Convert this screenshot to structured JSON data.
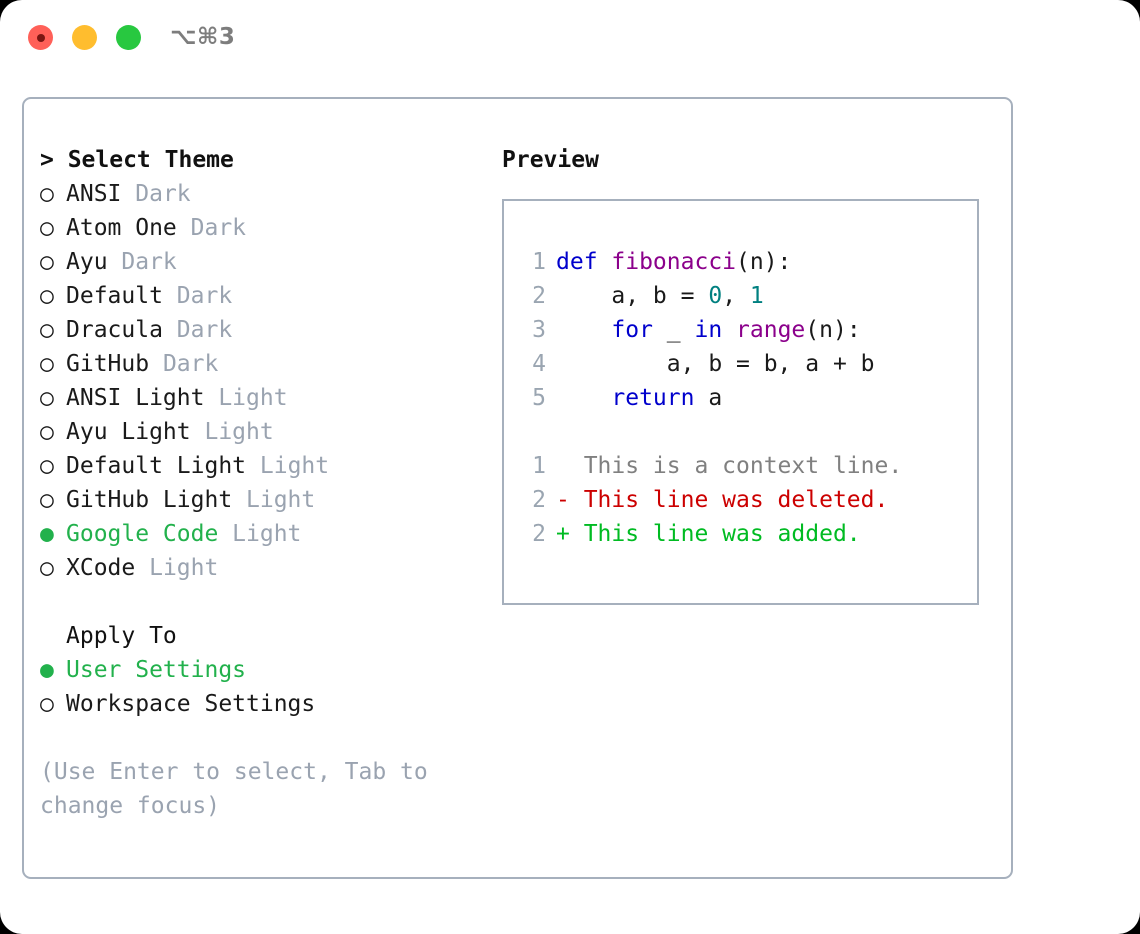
{
  "titlebar": {
    "shortcut": "⌥⌘3",
    "buttons": [
      "close",
      "minimize",
      "maximize"
    ]
  },
  "theme_picker": {
    "heading": "> Select Theme",
    "marker_selected": "●",
    "marker_unselected": "○",
    "options": [
      {
        "name": "ANSI",
        "tag": "Dark",
        "selected": false
      },
      {
        "name": "Atom One",
        "tag": "Dark",
        "selected": false
      },
      {
        "name": "Ayu",
        "tag": "Dark",
        "selected": false
      },
      {
        "name": "Default",
        "tag": "Dark",
        "selected": false
      },
      {
        "name": "Dracula",
        "tag": "Dark",
        "selected": false
      },
      {
        "name": "GitHub",
        "tag": "Dark",
        "selected": false
      },
      {
        "name": "ANSI Light",
        "tag": "Light",
        "selected": false
      },
      {
        "name": "Ayu Light",
        "tag": "Light",
        "selected": false
      },
      {
        "name": "Default Light",
        "tag": "Light",
        "selected": false
      },
      {
        "name": "GitHub Light",
        "tag": "Light",
        "selected": false
      },
      {
        "name": "Google Code",
        "tag": "Light",
        "selected": true
      },
      {
        "name": "XCode",
        "tag": "Light",
        "selected": false
      }
    ]
  },
  "apply_to": {
    "heading": "Apply To",
    "options": [
      {
        "name": "User Settings",
        "selected": true
      },
      {
        "name": "Workspace Settings",
        "selected": false
      }
    ]
  },
  "hint": "(Use Enter to select, Tab to change focus)",
  "preview": {
    "heading": "Preview",
    "code_lines": [
      {
        "ln": "1",
        "tokens": [
          {
            "t": "def ",
            "c": "kw"
          },
          {
            "t": "fibonacci",
            "c": "fn"
          },
          {
            "t": "(n):",
            "c": "pl"
          }
        ]
      },
      {
        "ln": "2",
        "tokens": [
          {
            "t": "    a, b = ",
            "c": "pl"
          },
          {
            "t": "0",
            "c": "num"
          },
          {
            "t": ", ",
            "c": "pl"
          },
          {
            "t": "1",
            "c": "num"
          }
        ]
      },
      {
        "ln": "3",
        "tokens": [
          {
            "t": "    ",
            "c": "pl"
          },
          {
            "t": "for",
            "c": "kw"
          },
          {
            "t": " _ ",
            "c": "pl"
          },
          {
            "t": "in",
            "c": "kw"
          },
          {
            "t": " ",
            "c": "pl"
          },
          {
            "t": "range",
            "c": "fn"
          },
          {
            "t": "(n):",
            "c": "pl"
          }
        ]
      },
      {
        "ln": "4",
        "tokens": [
          {
            "t": "        a, b = b, a + b",
            "c": "pl"
          }
        ]
      },
      {
        "ln": "5",
        "tokens": [
          {
            "t": "    ",
            "c": "pl"
          },
          {
            "t": "return",
            "c": "kw"
          },
          {
            "t": " a",
            "c": "pl"
          }
        ]
      }
    ],
    "diff_lines": [
      {
        "ln": "1",
        "prefix": "  ",
        "text": "This is a context line.",
        "kind": "ctx"
      },
      {
        "ln": "2",
        "prefix": "- ",
        "text": "This line was deleted.",
        "kind": "del"
      },
      {
        "ln": "2",
        "prefix": "+ ",
        "text": "This line was added.",
        "kind": "add"
      }
    ]
  },
  "colors": {
    "accent_green": "#22b14c",
    "muted": "#9aa3b0",
    "border": "#a6b0bd",
    "keyword": "#0000cc",
    "function": "#8b008b",
    "number": "#008080",
    "diff_deleted": "#cc0000",
    "diff_added": "#00bb22"
  }
}
